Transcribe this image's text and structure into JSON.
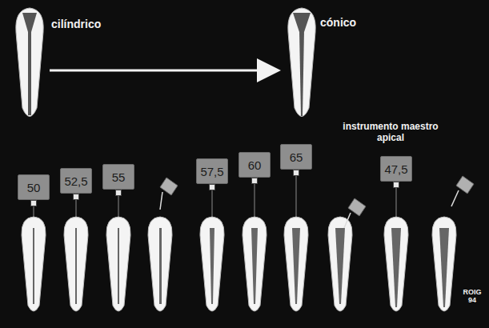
{
  "diagram": {
    "nodes": [
      {
        "text": [
          "50"
        ]
      },
      {
        "text": [
          "52,5"
        ]
      },
      {
        "text": [
          "55"
        ]
      },
      {
        "text": [
          "57,5"
        ]
      },
      {
        "text": [
          "60"
        ]
      },
      {
        "text": [
          "65"
        ]
      },
      {
        "text": [
          "47,5"
        ]
      }
    ],
    "labels": [
      "cilíndrico",
      "cónico",
      "instrumento maestro apical",
      "ROIG 94"
    ]
  }
}
